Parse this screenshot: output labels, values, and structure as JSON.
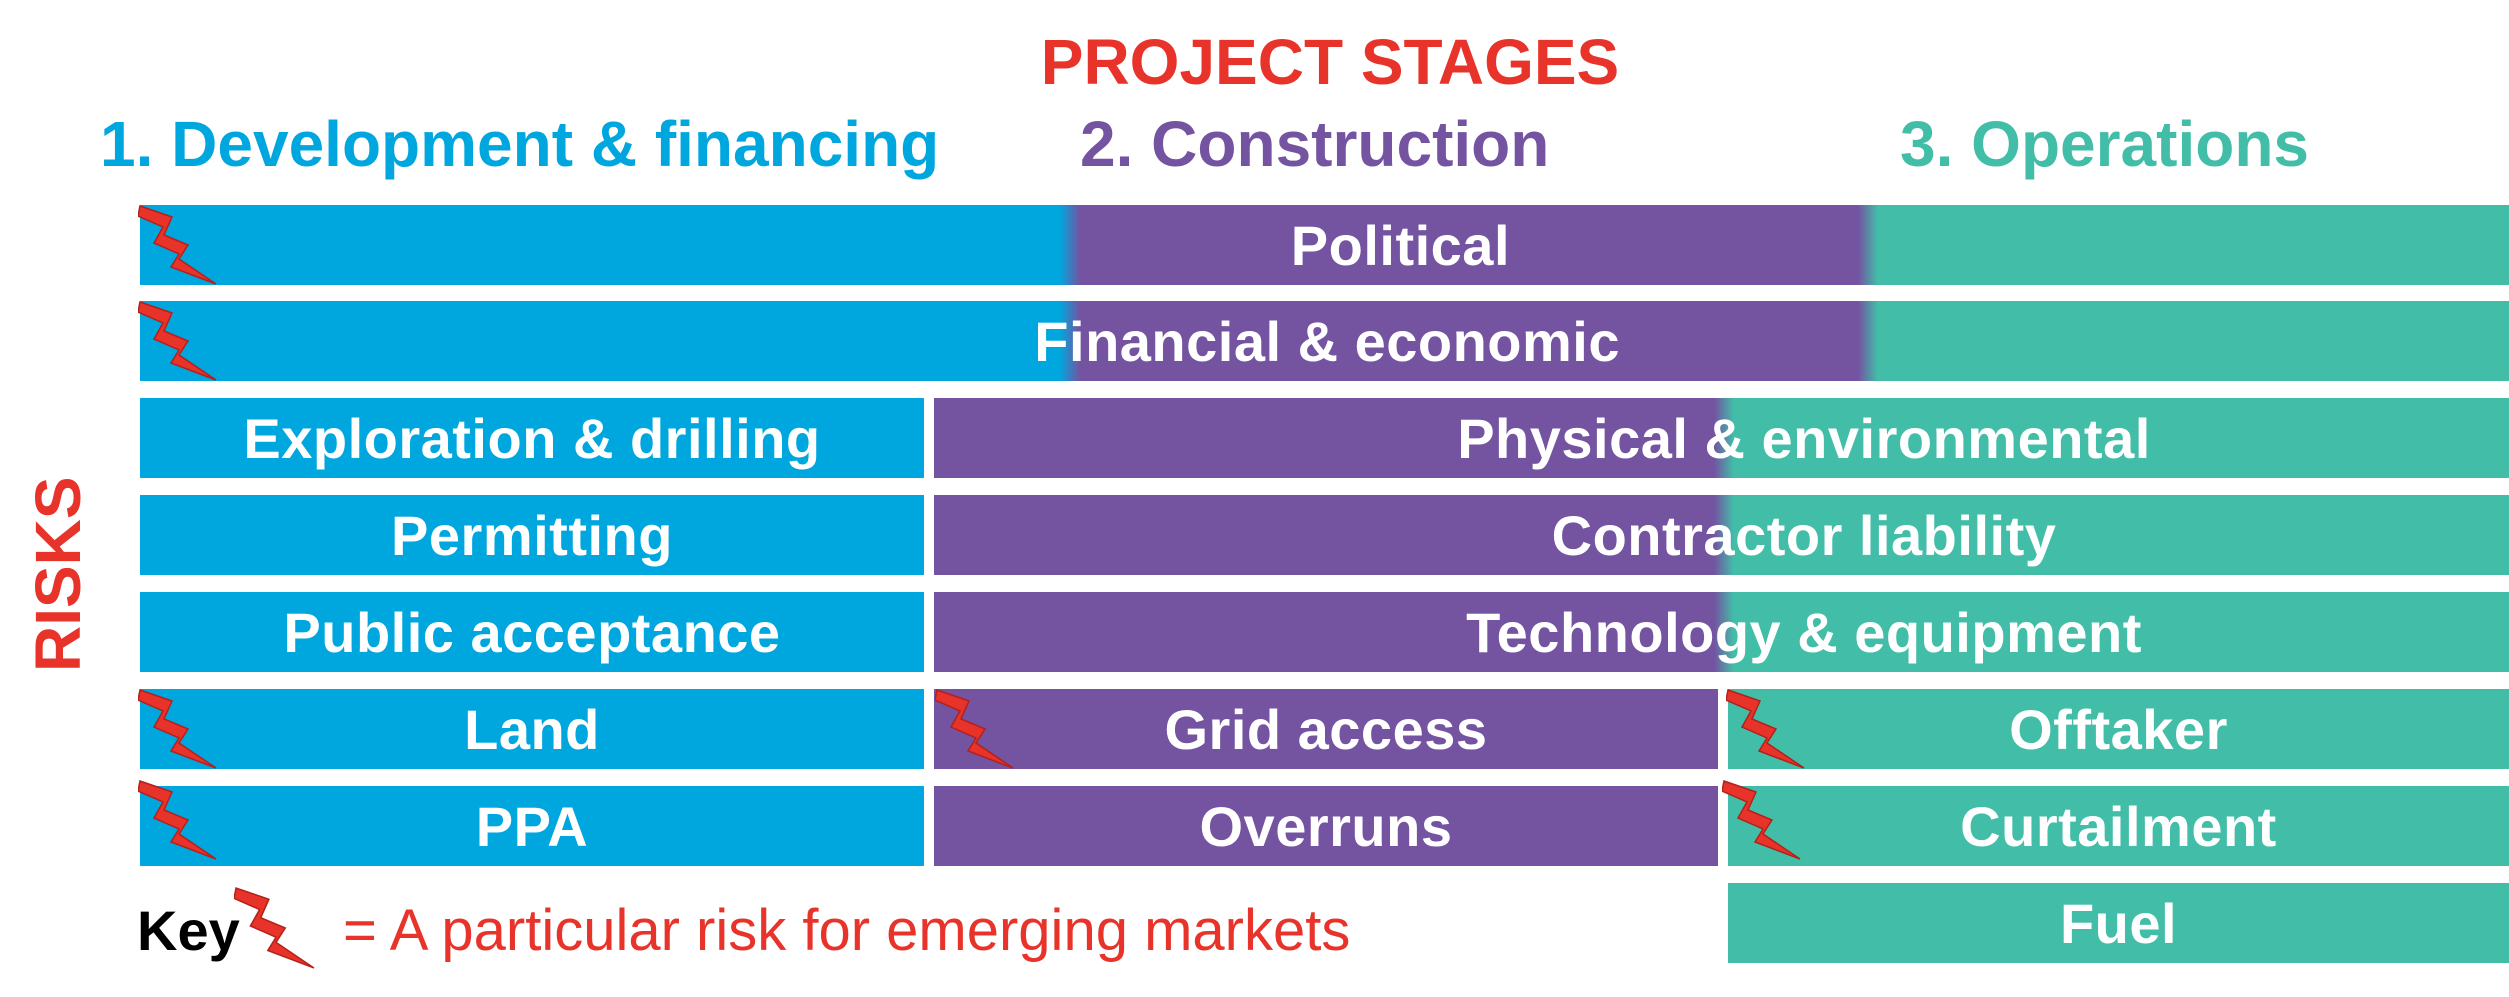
{
  "colors": {
    "development": "#00a7df",
    "construction": "#7453a1",
    "operations": "#42bea8",
    "accent_red": "#e8332a",
    "key_text": "#000000"
  },
  "header": {
    "title": "PROJECT STAGES",
    "stages": [
      "1. Development & financing",
      "2. Construction",
      "3. Operations"
    ]
  },
  "axis": {
    "risks_label": "RISKS"
  },
  "risks": {
    "political": "Political",
    "financial": "Financial & economic",
    "exploration": "Exploration & drilling",
    "permitting": "Permitting",
    "public": "Public acceptance",
    "land": "Land",
    "ppa": "PPA",
    "physical": "Physical & environmental",
    "contractor": "Contractor liability",
    "technology": "Technology & equipment",
    "grid": "Grid access",
    "overruns": "Overruns",
    "offtaker": "Offtaker",
    "curtailment": "Curtailment",
    "fuel": "Fuel"
  },
  "emerging_market_flags": [
    "Political",
    "Financial & economic",
    "Land",
    "PPA",
    "Grid access",
    "Offtaker",
    "Curtailment"
  ],
  "key": {
    "label": "Key",
    "icon": "lightning-bolt-icon",
    "description": "= A particular risk for emerging markets"
  }
}
